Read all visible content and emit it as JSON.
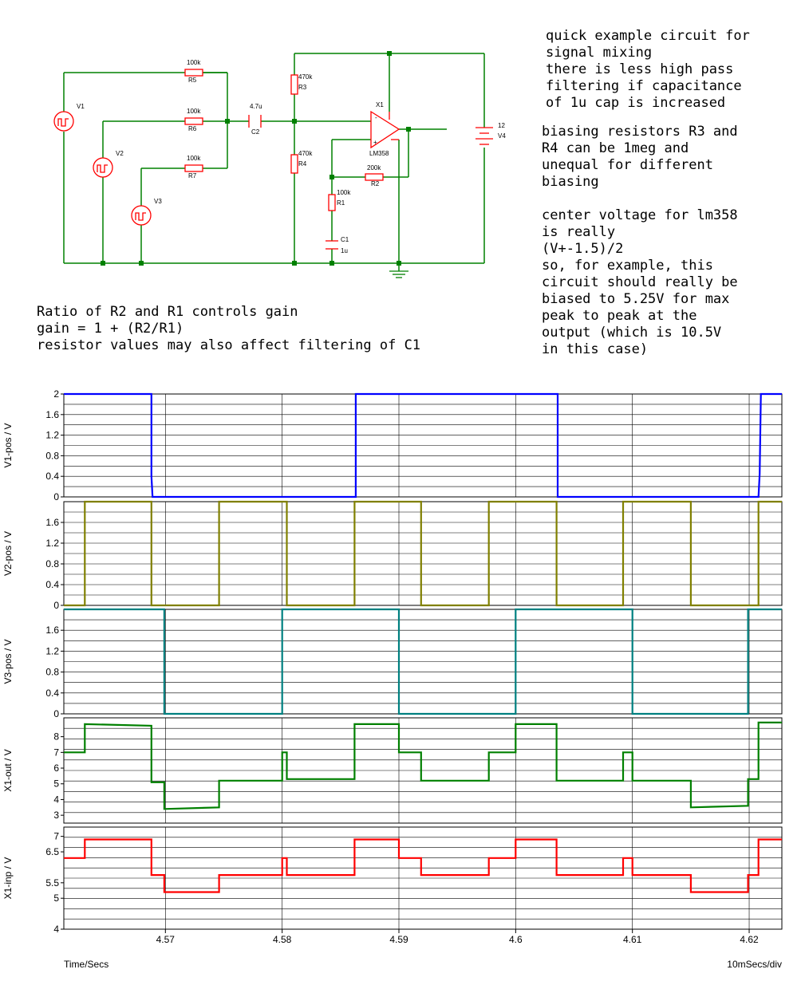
{
  "schematic": {
    "labels": {
      "r5_val": "100k",
      "r5": "R5",
      "r6_val": "100k",
      "r6": "R6",
      "r7_val": "100k",
      "r7": "R7",
      "v1": "V1",
      "v2": "V2",
      "v3": "V3",
      "c2_val": "4.7u",
      "c2": "C2",
      "r3_val": "470k",
      "r3": "R3",
      "r4_val": "470k",
      "r4": "R4",
      "x1": "X1",
      "lm358": "LM358",
      "r2_val": "200k",
      "r2": "R2",
      "r1_val": "100k",
      "r1": "R1",
      "c1": "C1",
      "c1_val": "1u",
      "v4_val": "12",
      "v4": "V4"
    },
    "colors": {
      "wire": "#008000",
      "component": "#ff0000",
      "node": "#008000"
    }
  },
  "notes": {
    "top_right": "quick example circuit for\nsignal mixing\nthere is less high pass\nfiltering if capacitance\nof 1u cap is increased",
    "biasing": "biasing resistors R3 and\nR4 can be 1meg and\nunequal for different\nbiasing\n\ncenter voltage for lm358\nis really\n(V+-1.5)/2\nso, for example, this\ncircuit should really be\nbiased to 5.25V for max\npeak to peak at the\noutput (which is 10.5V\nin this case)",
    "gain": "Ratio of R2 and R1 controls gain\ngain = 1 + (R2/R1)\nresistor values may also affect filtering of C1"
  },
  "chart_data": {
    "type": "line",
    "x_label": "Time/Secs",
    "x_scale_note": "10mSecs/div",
    "x_range": [
      4.5613,
      4.6228
    ],
    "x_ticks": [
      "4.57",
      "4.58",
      "4.59",
      "4.6",
      "4.61",
      "4.62"
    ],
    "x_tick_values": [
      4.57,
      4.58,
      4.59,
      4.6,
      4.61,
      4.62
    ],
    "panels": [
      {
        "ylabel": "V1-pos / V",
        "ylim": [
          0,
          2.0
        ],
        "ticks": [
          0,
          0.4,
          0.8,
          1.2,
          1.6,
          2
        ],
        "tick_labels": [
          "0",
          "0.4",
          "0.8",
          "1.2",
          "1.6",
          "2"
        ],
        "color": "#0000ff",
        "points": [
          [
            4.5613,
            2
          ],
          [
            4.5688,
            2
          ],
          [
            4.5688,
            0.4
          ],
          [
            4.5689,
            0
          ],
          [
            4.5863,
            0
          ],
          [
            4.5863,
            2
          ],
          [
            4.6036,
            2
          ],
          [
            4.6036,
            0
          ],
          [
            4.6208,
            0
          ],
          [
            4.6209,
            0.45
          ],
          [
            4.621,
            2
          ],
          [
            4.6228,
            2
          ]
        ]
      },
      {
        "ylabel": "V2-pos / V",
        "ylim": [
          0,
          2.0
        ],
        "ticks": [
          0,
          0.4,
          0.8,
          1.2,
          1.6
        ],
        "tick_labels": [
          "0",
          "0.4",
          "0.8",
          "1.2",
          "1.6"
        ],
        "color": "#808000",
        "points": [
          [
            4.5613,
            0
          ],
          [
            4.5631,
            0
          ],
          [
            4.5631,
            2
          ],
          [
            4.5688,
            2
          ],
          [
            4.5688,
            0
          ],
          [
            4.5746,
            0
          ],
          [
            4.5746,
            2
          ],
          [
            4.5804,
            2
          ],
          [
            4.5804,
            0
          ],
          [
            4.5862,
            0
          ],
          [
            4.5862,
            2
          ],
          [
            4.5919,
            2
          ],
          [
            4.5919,
            0
          ],
          [
            4.5977,
            0
          ],
          [
            4.5977,
            2
          ],
          [
            4.6035,
            2
          ],
          [
            4.6035,
            0
          ],
          [
            4.6092,
            0
          ],
          [
            4.6092,
            2
          ],
          [
            4.615,
            2
          ],
          [
            4.615,
            0
          ],
          [
            4.6208,
            0
          ],
          [
            4.6208,
            2
          ],
          [
            4.6228,
            2
          ]
        ]
      },
      {
        "ylabel": "V3-pos / V",
        "ylim": [
          0,
          2.0
        ],
        "ticks": [
          0,
          0.4,
          0.8,
          1.2,
          1.6
        ],
        "tick_labels": [
          "0",
          "0.4",
          "0.8",
          "1.2",
          "1.6"
        ],
        "color": "#008080",
        "points": [
          [
            4.5613,
            2
          ],
          [
            4.5699,
            2
          ],
          [
            4.5699,
            0
          ],
          [
            4.58,
            0
          ],
          [
            4.58,
            2
          ],
          [
            4.59,
            2
          ],
          [
            4.59,
            0
          ],
          [
            4.6,
            0
          ],
          [
            4.6,
            2
          ],
          [
            4.61,
            2
          ],
          [
            4.61,
            0
          ],
          [
            4.6199,
            0
          ],
          [
            4.6199,
            2
          ],
          [
            4.6228,
            2
          ]
        ]
      },
      {
        "ylabel": "X1-out / V",
        "ylim": [
          2.5,
          9.2
        ],
        "ticks": [
          3,
          4,
          5,
          6,
          7,
          8
        ],
        "tick_labels": [
          "3",
          "4",
          "5",
          "6",
          "7",
          "8"
        ],
        "color": "#008000",
        "points": [
          [
            4.5613,
            7
          ],
          [
            4.5631,
            7
          ],
          [
            4.5631,
            8.8
          ],
          [
            4.5688,
            8.7
          ],
          [
            4.5688,
            5.1
          ],
          [
            4.5699,
            5.1
          ],
          [
            4.5699,
            3.4
          ],
          [
            4.5746,
            3.5
          ],
          [
            4.5746,
            5.2
          ],
          [
            4.58,
            5.2
          ],
          [
            4.58,
            7
          ],
          [
            4.5804,
            7
          ],
          [
            4.5804,
            5.3
          ],
          [
            4.5862,
            5.3
          ],
          [
            4.5862,
            8.8
          ],
          [
            4.59,
            8.8
          ],
          [
            4.59,
            7
          ],
          [
            4.5919,
            7
          ],
          [
            4.5919,
            5.2
          ],
          [
            4.5977,
            5.2
          ],
          [
            4.5977,
            7
          ],
          [
            4.6,
            7
          ],
          [
            4.6,
            8.8
          ],
          [
            4.6035,
            8.8
          ],
          [
            4.6035,
            5.2
          ],
          [
            4.6092,
            5.2
          ],
          [
            4.6092,
            7
          ],
          [
            4.61,
            7
          ],
          [
            4.61,
            5.2
          ],
          [
            4.615,
            5.2
          ],
          [
            4.615,
            3.5
          ],
          [
            4.6199,
            3.6
          ],
          [
            4.6199,
            5.3
          ],
          [
            4.6208,
            5.3
          ],
          [
            4.6208,
            8.9
          ],
          [
            4.6228,
            8.9
          ]
        ]
      },
      {
        "ylabel": "X1-inp / V",
        "ylim": [
          4,
          7.3
        ],
        "ticks": [
          4,
          5,
          5.5,
          6.5,
          7
        ],
        "tick_labels": [
          "4",
          "5",
          "5.5",
          "6.5",
          "7"
        ],
        "color": "#ff0000",
        "points": [
          [
            4.5613,
            6.3
          ],
          [
            4.5631,
            6.3
          ],
          [
            4.5631,
            6.9
          ],
          [
            4.5688,
            6.9
          ],
          [
            4.5688,
            5.75
          ],
          [
            4.5699,
            5.75
          ],
          [
            4.5699,
            5.2
          ],
          [
            4.5746,
            5.2
          ],
          [
            4.5746,
            5.75
          ],
          [
            4.58,
            5.75
          ],
          [
            4.58,
            6.3
          ],
          [
            4.5804,
            6.3
          ],
          [
            4.5804,
            5.75
          ],
          [
            4.5862,
            5.75
          ],
          [
            4.5862,
            6.9
          ],
          [
            4.59,
            6.9
          ],
          [
            4.59,
            6.3
          ],
          [
            4.5919,
            6.3
          ],
          [
            4.5919,
            5.75
          ],
          [
            4.5977,
            5.75
          ],
          [
            4.5977,
            6.3
          ],
          [
            4.6,
            6.3
          ],
          [
            4.6,
            6.9
          ],
          [
            4.6035,
            6.9
          ],
          [
            4.6035,
            5.75
          ],
          [
            4.6092,
            5.75
          ],
          [
            4.6092,
            6.3
          ],
          [
            4.61,
            6.3
          ],
          [
            4.61,
            5.75
          ],
          [
            4.615,
            5.75
          ],
          [
            4.615,
            5.2
          ],
          [
            4.6199,
            5.2
          ],
          [
            4.6199,
            5.75
          ],
          [
            4.6208,
            5.75
          ],
          [
            4.6208,
            6.9
          ],
          [
            4.6228,
            6.9
          ]
        ]
      }
    ]
  }
}
